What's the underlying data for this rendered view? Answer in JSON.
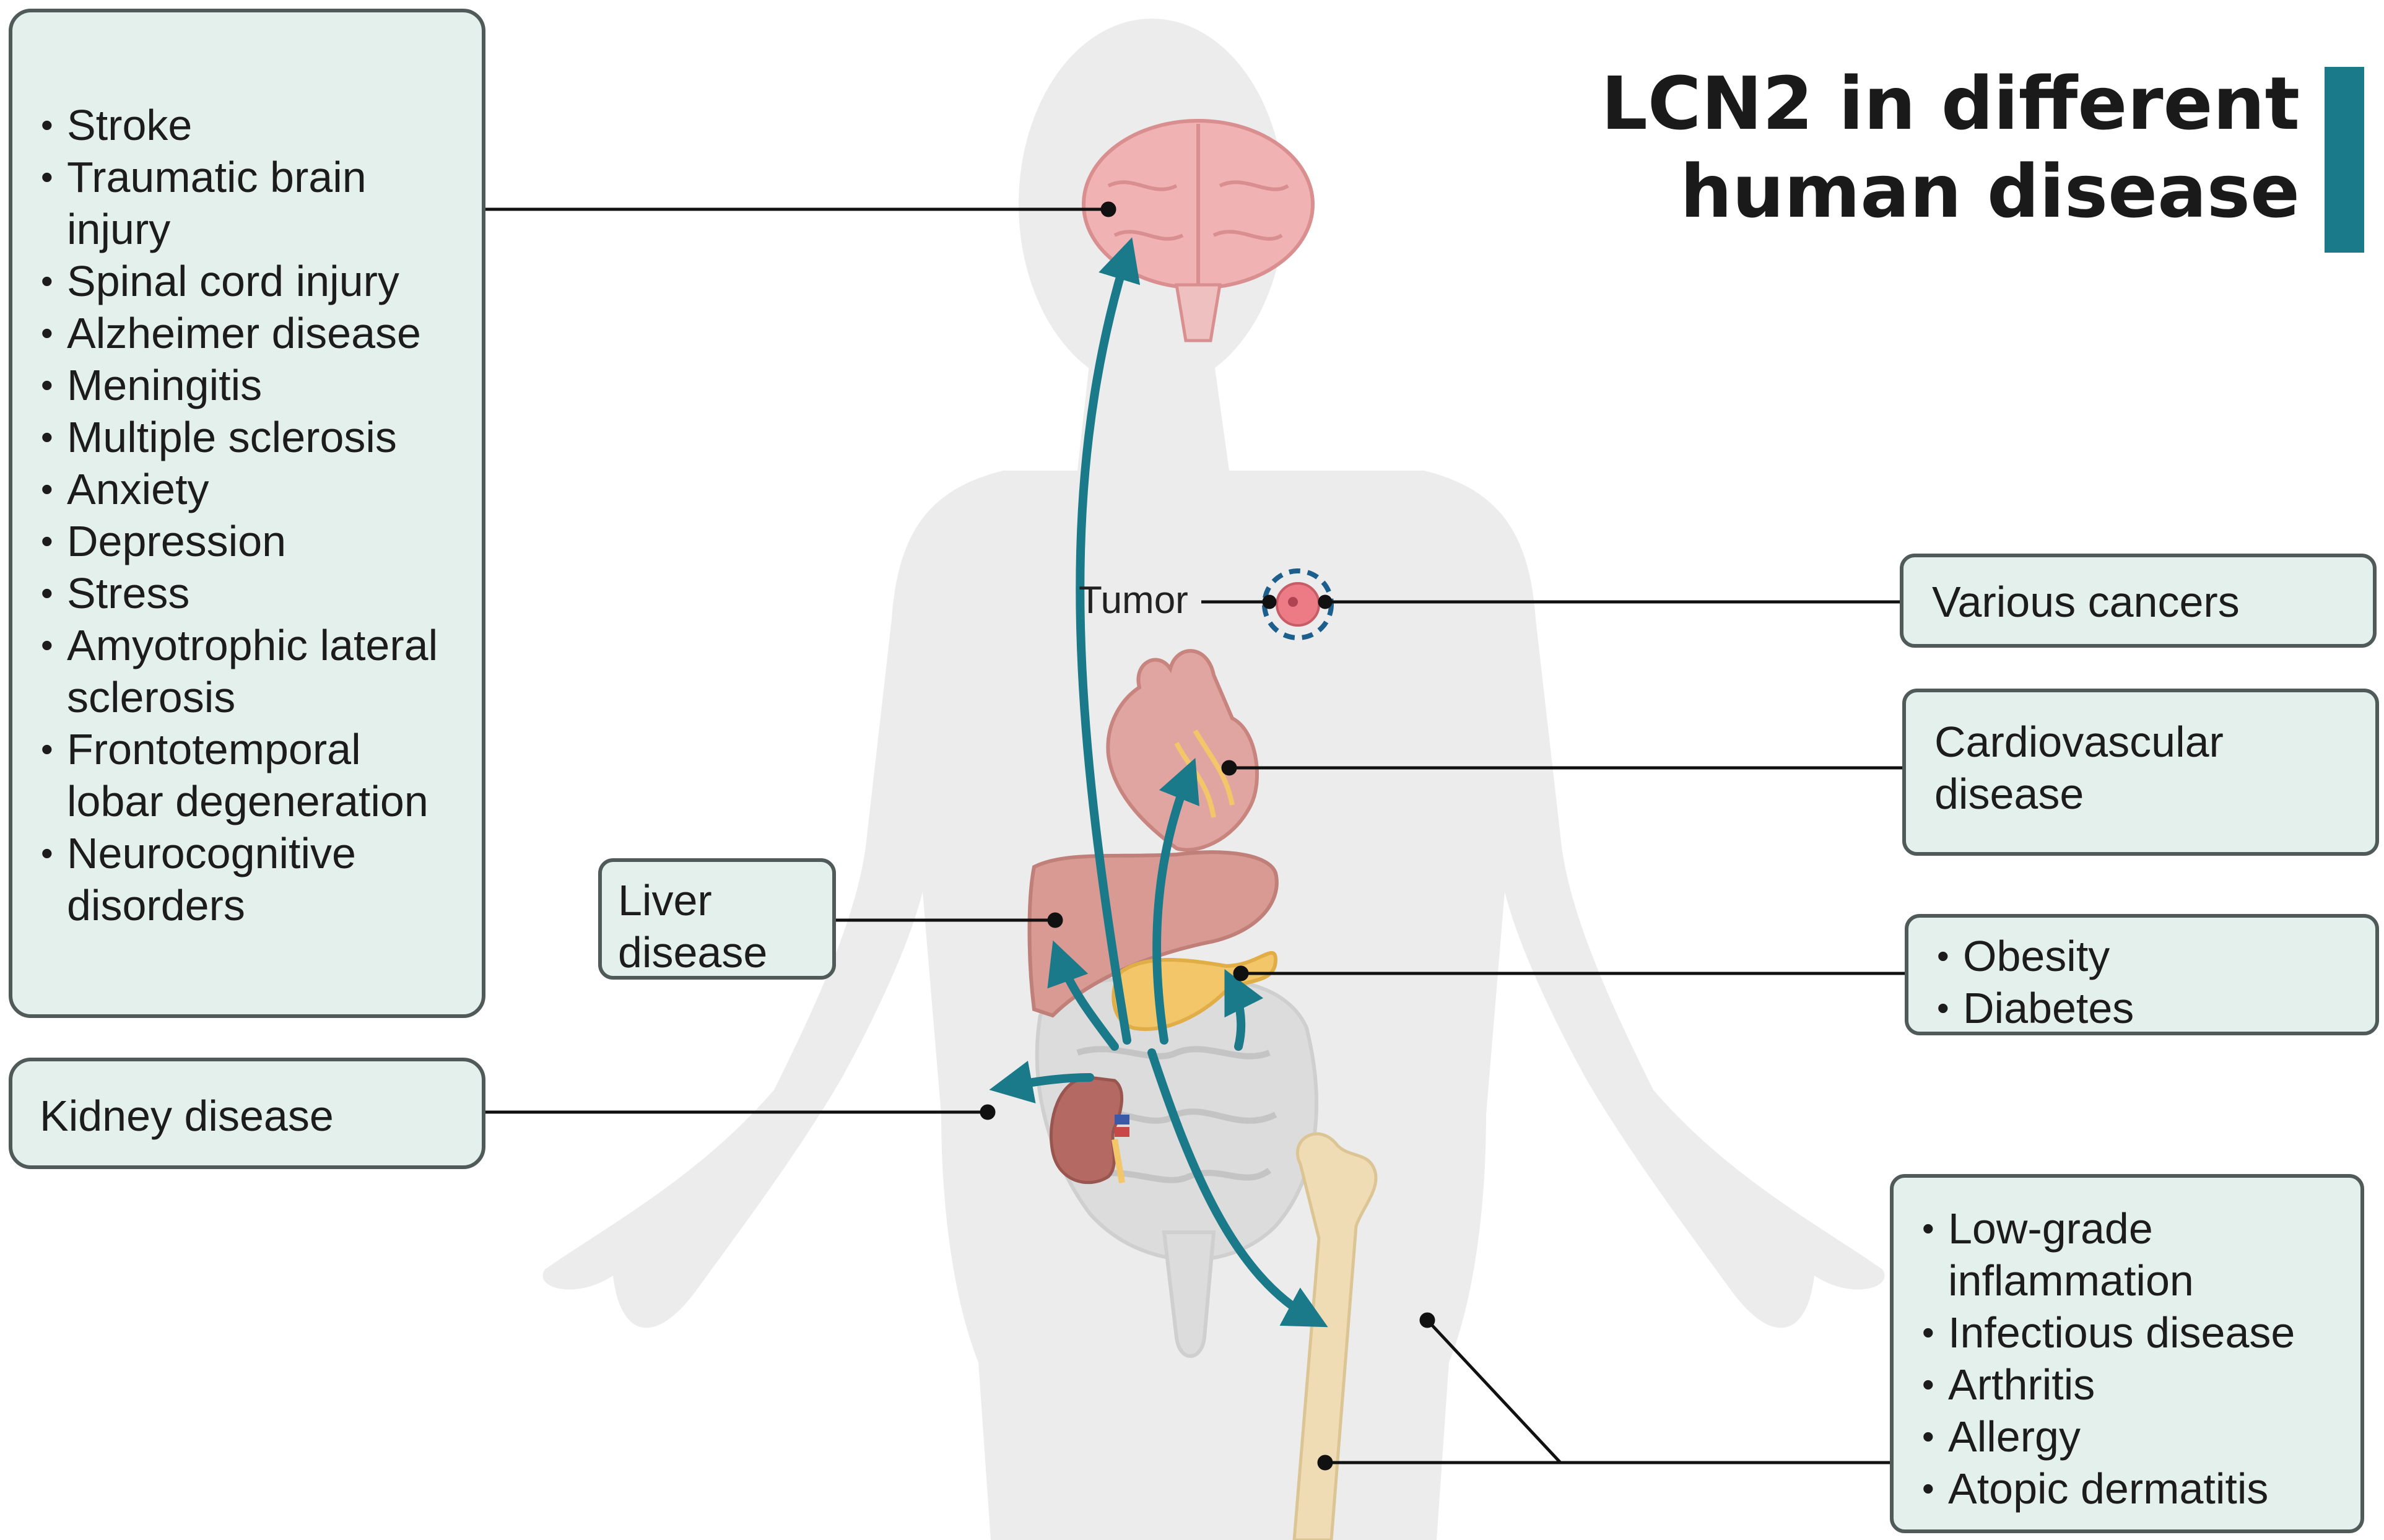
{
  "title": {
    "line1": "LCN2 in different",
    "line2": "human disease",
    "accent_color": "#1b7a89"
  },
  "colors": {
    "box_fill": "#e4f0ec",
    "box_border": "#505a58",
    "arrow": "#1b7a89",
    "body": "#ececec",
    "brain": "#f0b2b2",
    "liver": "#d99a94",
    "heart": "#e0a5a0",
    "pancreas": "#f2c669",
    "bone": "#efdcb4",
    "kidney": "#b46a62",
    "tumor": "#ec7b86"
  },
  "boxes": {
    "neuro": {
      "items": [
        "Stroke",
        "Traumatic brain injury",
        "Spinal cord injury",
        "Alzheimer disease",
        "Meningitis",
        "Multiple sclerosis",
        "Anxiety",
        "Depression",
        "Stress",
        "Amyotrophic lateral sclerosis",
        "Frontotemporal lobar degeneration",
        "Neurocognitive disorders"
      ]
    },
    "kidney": {
      "label": "Kidney disease"
    },
    "liver": {
      "label": "Liver disease"
    },
    "cancers": {
      "label": "Various cancers"
    },
    "cardio": {
      "label": "Cardiovascular disease"
    },
    "metabolic": {
      "items": [
        "Obesity",
        "Diabetes"
      ]
    },
    "systemic": {
      "items": [
        "Low-grade inflammation",
        "Infectious disease",
        "Arthritis",
        "Allergy",
        "Atopic dermatitis"
      ]
    }
  },
  "tumor_label": "Tumor",
  "icons": [
    "body-silhouette-icon",
    "brain-icon",
    "heart-icon",
    "liver-icon",
    "pancreas-icon",
    "intestine-icon",
    "kidney-icon",
    "bone-icon",
    "tumor-icon"
  ]
}
